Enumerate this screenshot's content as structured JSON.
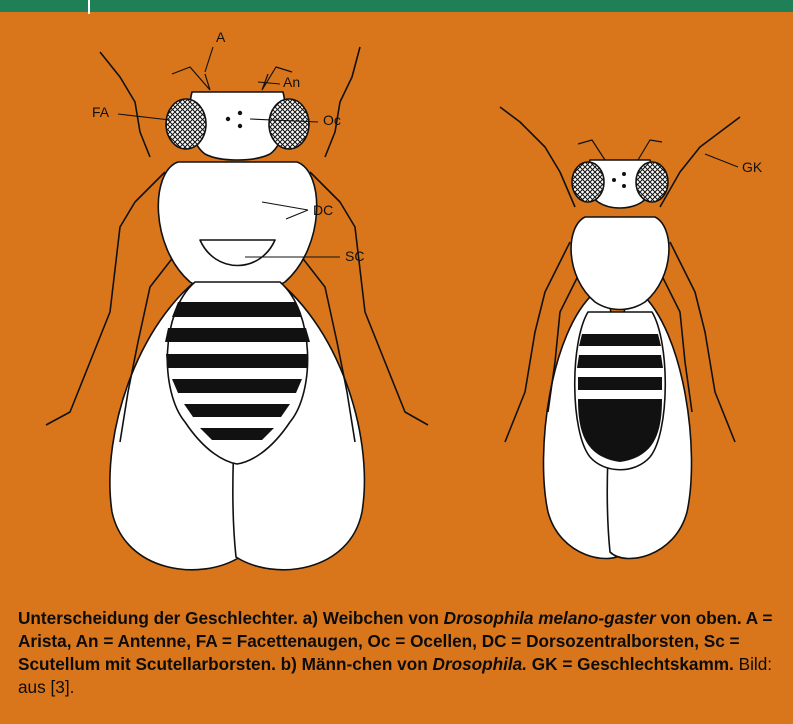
{
  "labels": {
    "a": "A",
    "an": "An",
    "fa": "FA",
    "oc": "Oc",
    "dc": "DC",
    "sc": "SC",
    "gk": "GK"
  },
  "caption": {
    "part1": "Unterscheidung der Geschlechter. a) Weibchen von ",
    "species1": "Drosophila melano-gaster",
    "part2": " von oben. A = Arista, An = Antenne, FA = Facettenaugen, Oc = Ocellen, DC = Dorsozentralborsten, Sc = Scutellum mit Scutellarborsten. b) Männ-chen von ",
    "species2": "Drosophila.",
    "part3": " GK = Geschlechtskamm.",
    "credit": " Bild: aus [3]."
  },
  "colors": {
    "background": "#D9761C",
    "topbar": "#1F8058"
  }
}
